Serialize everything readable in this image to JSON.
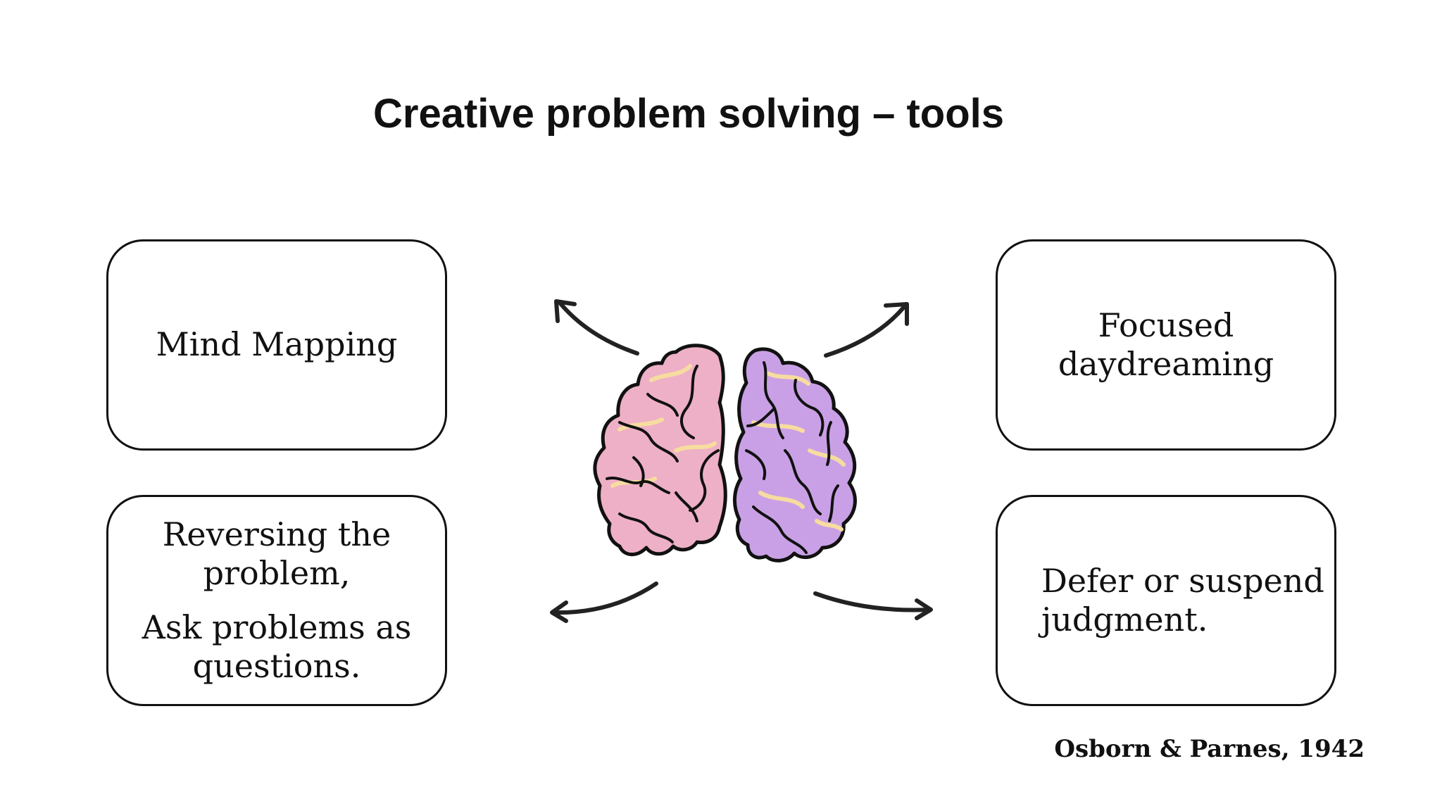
{
  "title": "Creative problem solving – tools",
  "boxes": {
    "top_left": {
      "lines": [
        "Mind Mapping"
      ]
    },
    "top_right": {
      "lines": [
        "Focused",
        "daydreaming"
      ]
    },
    "bottom_left": {
      "para1": [
        "Reversing the",
        "problem,"
      ],
      "para2": [
        "Ask problems as",
        "questions."
      ]
    },
    "bottom_right": {
      "lines": [
        "Defer or suspend",
        "judgment."
      ]
    }
  },
  "citation": "Osborn & Parnes, 1942",
  "center_image": {
    "icon": "brain-icon",
    "left_hemisphere_color": "#eeb0c6",
    "right_hemisphere_color": "#c9a0e6",
    "highlight_color": "#f7dca0",
    "outline_color": "#111111"
  },
  "arrows": [
    "arrow-up-left-icon",
    "arrow-up-right-icon",
    "arrow-down-left-icon",
    "arrow-down-right-icon"
  ]
}
